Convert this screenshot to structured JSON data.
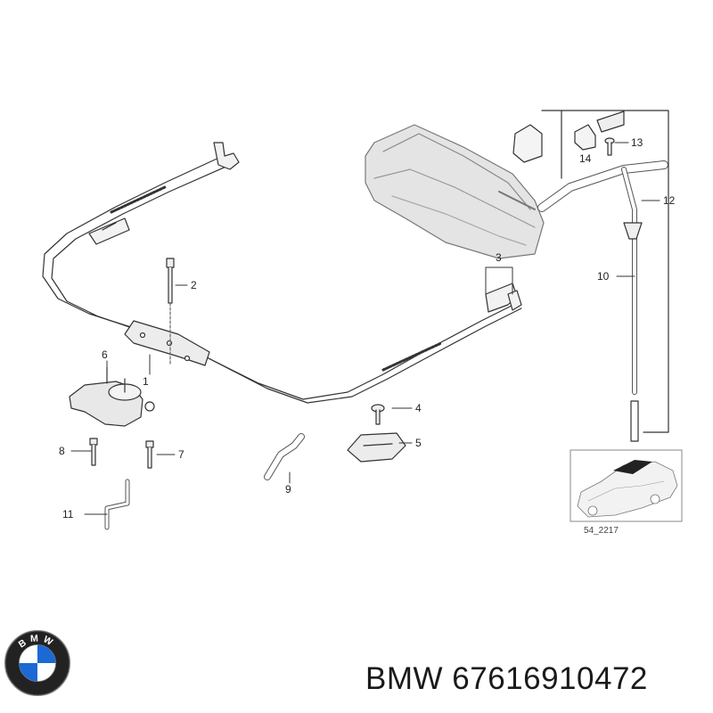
{
  "diagram": {
    "callouts": [
      "1",
      "2",
      "3",
      "4",
      "5",
      "6",
      "7",
      "8",
      "9",
      "10",
      "11",
      "12",
      "13",
      "14"
    ],
    "inset_reference": "54_2217"
  },
  "brand": {
    "logo_letters": "BMW",
    "caption": "BMW 67616910472"
  },
  "colors": {
    "line": "#333333",
    "part_fill": "#dcdcdc",
    "background": "#ffffff",
    "logo_blue": "#1c69d4"
  }
}
